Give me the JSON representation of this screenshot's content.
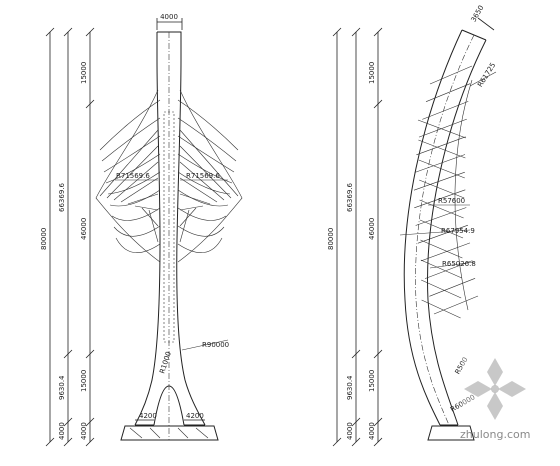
{
  "front_view": {
    "top_width": "4000",
    "radius_left": "R71569.6",
    "radius_right": "R71569.6",
    "radius_base": "R90000",
    "radius_inner": "R1000",
    "base_left": "4200",
    "base_right": "4200",
    "dims_outer": [
      "80000"
    ],
    "dims_middle": [
      "66369.6",
      "9630.4",
      "4000"
    ],
    "dims_inner": [
      "15000",
      "46000",
      "15000",
      "4000"
    ]
  },
  "side_view": {
    "top_width": "3650",
    "radius_top": "R61725",
    "radius_1": "R57600",
    "radius_2": "R67954.9",
    "radius_3": "R65026.8",
    "radius_bottom": "R60000",
    "radius_small": "R500",
    "dims_outer": [
      "80000"
    ],
    "dims_middle": [
      "66369.6",
      "9630.4",
      "4000"
    ],
    "dims_inner": [
      "15000",
      "46000",
      "15000",
      "4000"
    ]
  },
  "watermark": {
    "text": "zhulong.com"
  }
}
